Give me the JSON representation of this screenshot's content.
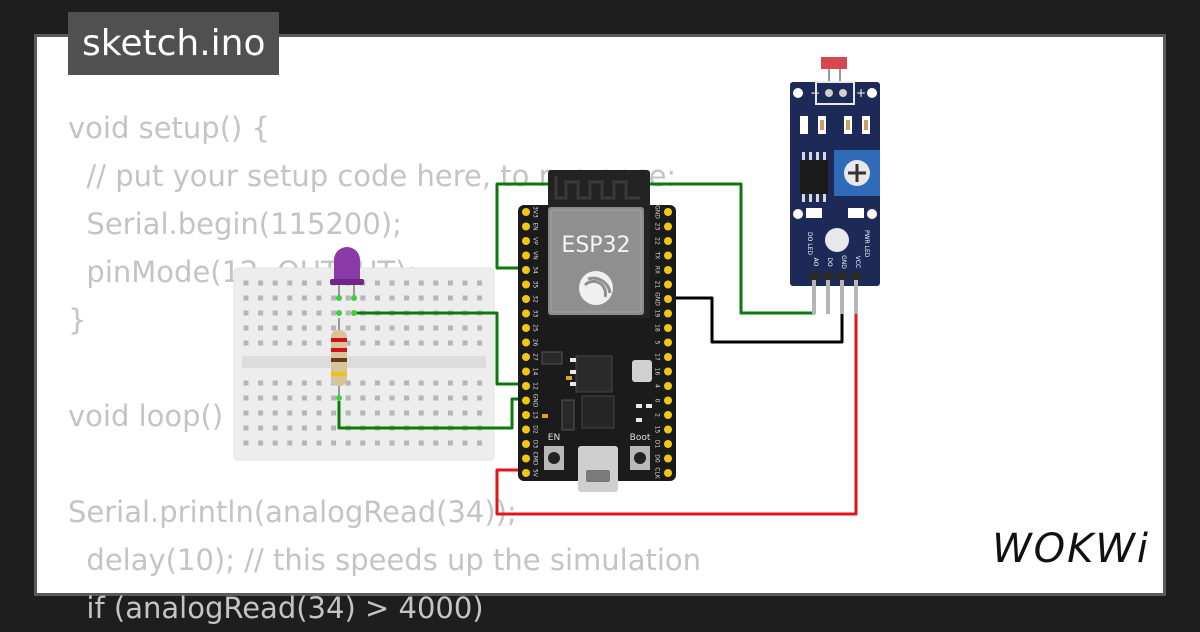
{
  "tab": {
    "title": "sketch.ino"
  },
  "code_lines": [
    "void setup() {",
    "  // put your setup code here, to run once:",
    "  Serial.begin(115200);",
    "  pinMode(12, OUTPUT);",
    "}",
    "",
    "void loop()",
    "",
    "Serial.println(analogRead(34));",
    "  delay(10); // this speeds up the simulation",
    "  if (analogRead(34) > 4000)"
  ],
  "board": {
    "chip_label": "ESP32",
    "en_label": "EN",
    "boot_label": "Boot",
    "left_pins": [
      "3V3",
      "EN",
      "VP",
      "VN",
      "34",
      "35",
      "32",
      "33",
      "25",
      "26",
      "27",
      "14",
      "12",
      "GND",
      "13",
      "D2",
      "D3",
      "CMD",
      "5V"
    ],
    "right_pins": [
      "GND",
      "23",
      "22",
      "TX",
      "RX",
      "21",
      "GND",
      "19",
      "18",
      "5",
      "17",
      "16",
      "4",
      "0",
      "2",
      "15",
      "D1",
      "D0",
      "CLK"
    ]
  },
  "sensor": {
    "pin_labels": [
      "AO",
      "DO",
      "GND",
      "VCC"
    ],
    "minus": "−",
    "plus": "+",
    "do_led": "DO LED",
    "pwr_led": "PWR LED"
  },
  "logo": {
    "text": "WOKWi"
  },
  "colors": {
    "background": "#1e1e1e",
    "panel_border": "#5a5a5a",
    "code_text": "#c4c4c4",
    "wire_green": "#0b7a0b",
    "wire_black": "#000000",
    "wire_red": "#e0161a",
    "board": "#1b1b1b",
    "sensor_board": "#1d2a57",
    "pin_header": "#f2c713",
    "led": "#8a3aa8"
  }
}
